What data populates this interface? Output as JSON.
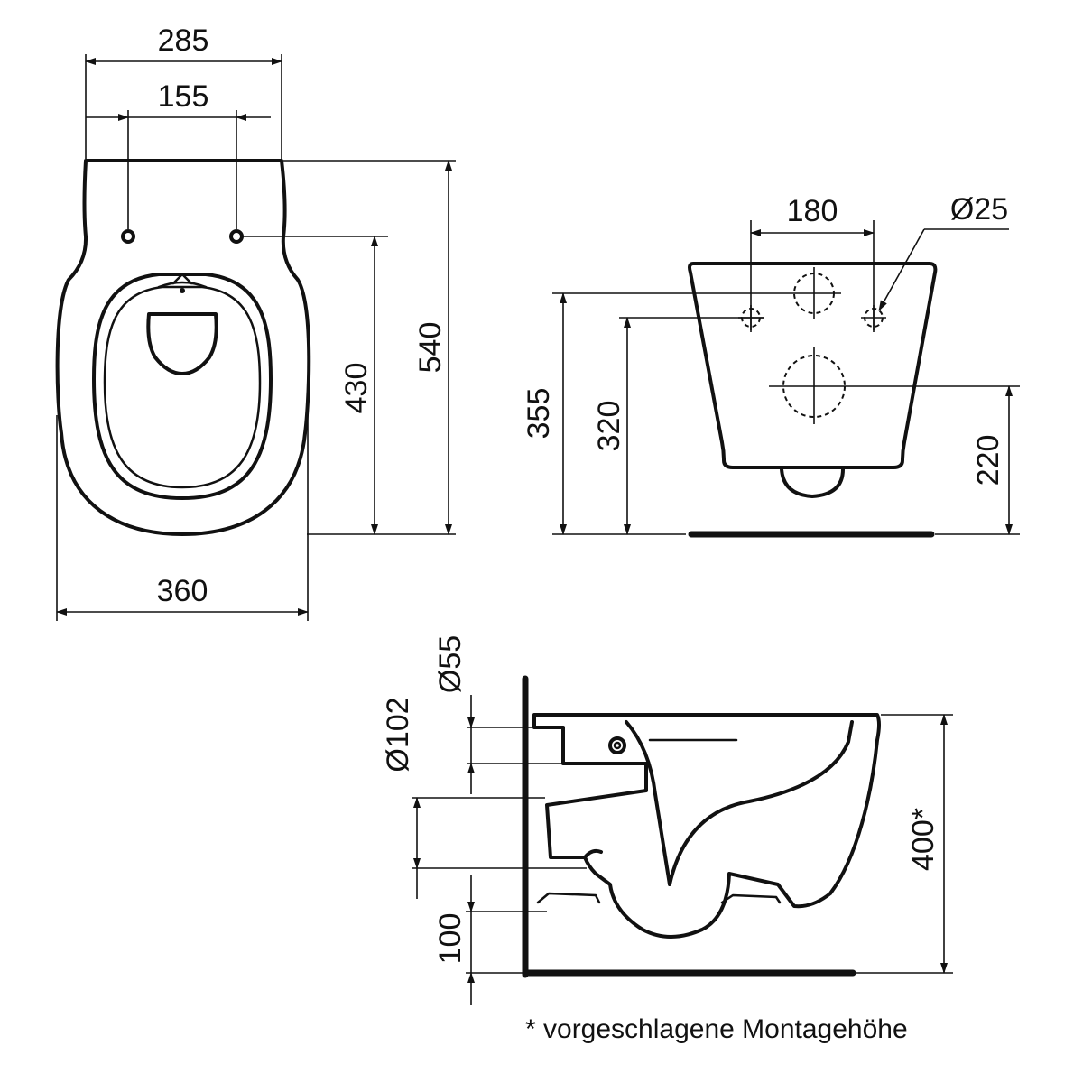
{
  "top_view": {
    "width_top": "285",
    "hole_spacing": "155",
    "length_to_holes": "430",
    "total_length": "540",
    "max_width": "360"
  },
  "rear_view": {
    "hole_spacing": "180",
    "hole_diameter": "Ø25",
    "height_inlet": "355",
    "height_bolts": "320",
    "height_outlet": "220"
  },
  "side_view": {
    "inlet_diameter": "Ø55",
    "outlet_diameter": "Ø102",
    "floor_to_outlet": "100",
    "mounting_height": "400*"
  },
  "footnote": "* vorgeschlagene Montagehöhe"
}
